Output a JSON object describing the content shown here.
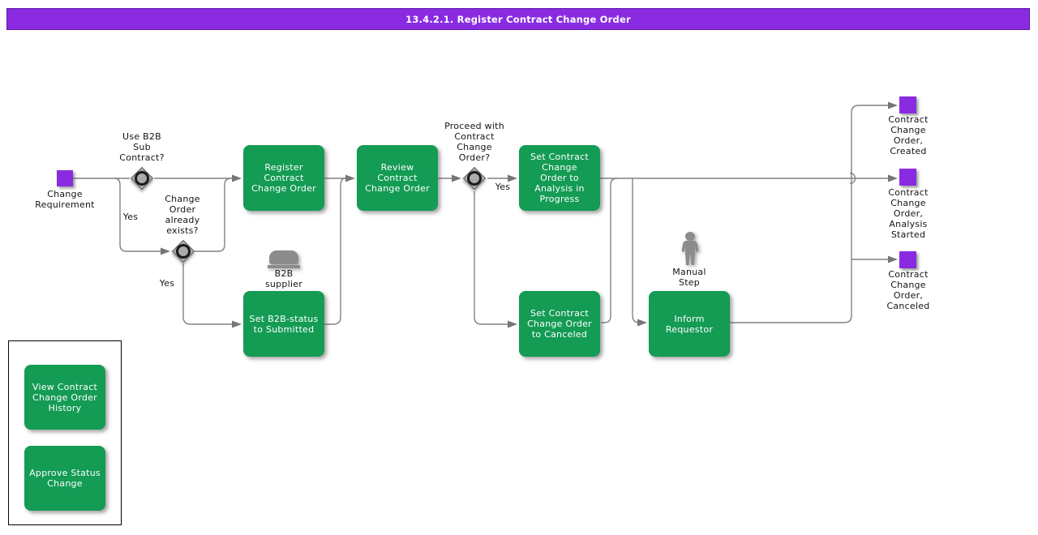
{
  "banner": {
    "title": "13.4.2.1. Register Contract Change Order"
  },
  "colors": {
    "activity_green": "#149B54",
    "event_purple": "#8A2BE2",
    "line_gray": "#828282",
    "arrow_gray": "#767676",
    "icon_gray": "#8C8C8C",
    "diamond_gray": "#ABABAB"
  },
  "start_event": {
    "label": "Change\nRequirement"
  },
  "decisions": {
    "use_b2b": {
      "question": "Use B2B\nSub\nContract?",
      "yes_label": "Yes"
    },
    "order_exists": {
      "question": "Change\nOrder\nalready\nexists?",
      "yes_label": "Yes"
    },
    "proceed": {
      "question": "Proceed with\nContract\nChange\nOrder?",
      "yes_label": "Yes"
    }
  },
  "activities": {
    "register": {
      "label": "Register\nContract\nChange Order"
    },
    "review": {
      "label": "Review\nContract\nChange Order"
    },
    "set_analysis": {
      "label": "Set Contract\nChange\nOrder to\nAnalysis in\nProgress"
    },
    "set_b2b": {
      "label": "Set B2B-status\nto Submitted"
    },
    "set_canceled": {
      "label": "Set Contract\nChange Order\nto Canceled"
    },
    "inform": {
      "label": "Inform\nRequestor"
    }
  },
  "annotations": {
    "b2b_supplier": {
      "label": "B2B\nsupplier"
    },
    "manual_step": {
      "label": "Manual\nStep"
    }
  },
  "end_events": {
    "created": {
      "label": "Contract\nChange\nOrder,\nCreated"
    },
    "analysis_started": {
      "label": "Contract\nChange\nOrder,\nAnalysis\nStarted"
    },
    "canceled": {
      "label": "Contract\nChange\nOrder,\nCanceled"
    }
  },
  "side_panel": {
    "view_history": {
      "label": "View Contract\nChange Order\nHistory"
    },
    "approve_status": {
      "label": "Approve Status\nChange"
    }
  }
}
